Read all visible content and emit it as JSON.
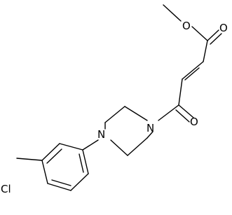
{
  "structure": {
    "atoms": {
      "ester_o": "O",
      "ester_co": "O",
      "ketone_o": "O",
      "n_acyl": "N",
      "n_aryl": "N",
      "chlorine": "Cl"
    }
  },
  "colors": {
    "bond": "#000000",
    "label": "#000000",
    "background": "#ffffff"
  }
}
